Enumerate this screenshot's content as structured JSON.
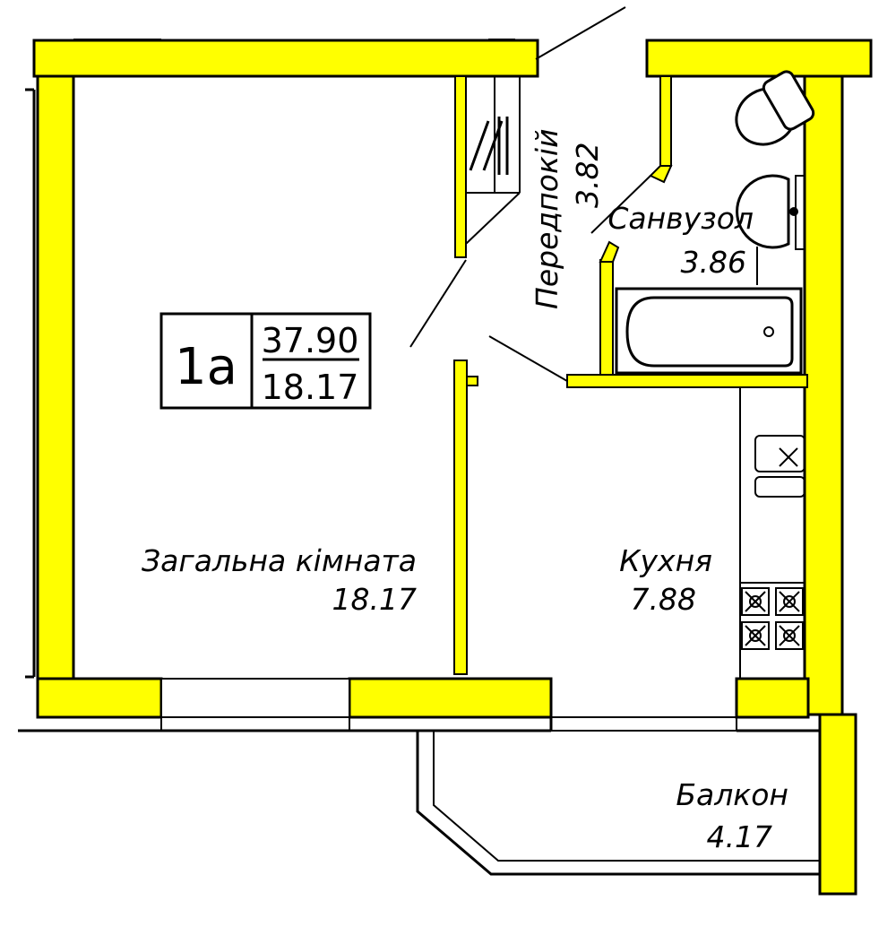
{
  "apartment": {
    "type": "1а",
    "total_area": "37.90",
    "living_area": "18.17"
  },
  "rooms": {
    "living": {
      "name": "Загальна кімната",
      "area": "18.17"
    },
    "kitchen": {
      "name": "Кухня",
      "area": "7.88"
    },
    "hallway": {
      "name": "Передпокій",
      "area": "3.82"
    },
    "bathroom": {
      "name": "Санвузол",
      "area": "3.86"
    },
    "balcony": {
      "name": "Балкон",
      "area": "4.17"
    }
  },
  "colors": {
    "wall": "#ffff00",
    "outline": "#000000",
    "background": "#ffffff"
  }
}
